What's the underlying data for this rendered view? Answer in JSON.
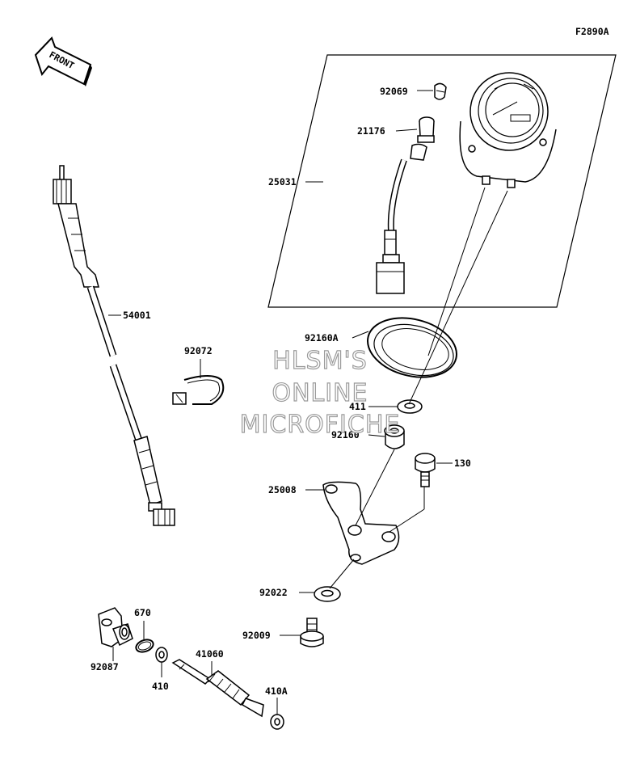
{
  "figure_code": "F2890A",
  "front_label": "FRONT",
  "watermark": {
    "line1": "HLSM'S",
    "line2": "ONLINE",
    "line3": "MICROFICHE"
  },
  "part_labels": {
    "p92069": "92069",
    "p21176": "21176",
    "p25031": "25031",
    "p54001": "54001",
    "p92160A": "92160A",
    "p92072": "92072",
    "p411": "411",
    "p92160": "92160",
    "p130": "130",
    "p25008": "25008",
    "p92022": "92022",
    "p670": "670",
    "p92009": "92009",
    "p92087": "92087",
    "p41060": "41060",
    "p410": "410",
    "p410A": "410A"
  }
}
